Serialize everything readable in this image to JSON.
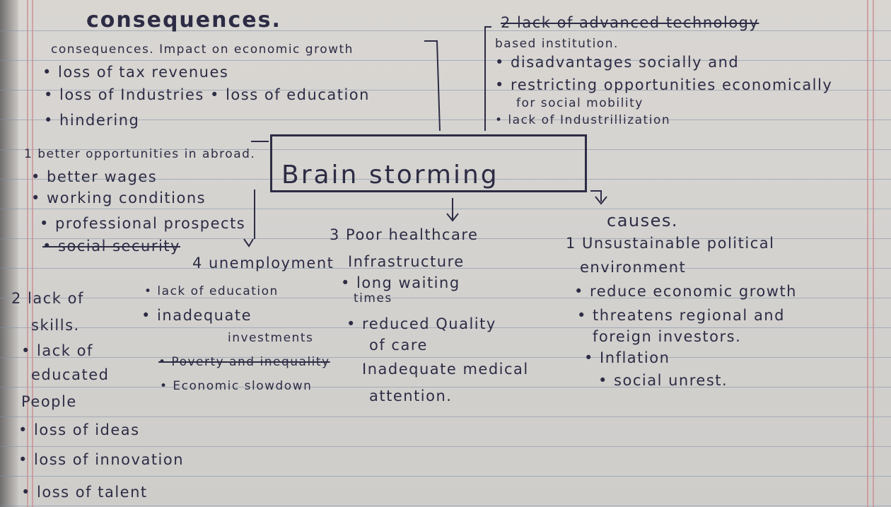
{
  "title": "consequences.",
  "center": "Brain storming",
  "top_left": {
    "heading": "consequences. Impact on economic growth",
    "items": [
      "• loss of tax revenues",
      "• loss of Industries • loss of education",
      "• hindering"
    ]
  },
  "top_right": {
    "items": [
      "2 lack of advanced technology",
      "based institution.",
      "• disadvantages socially and",
      "• restricting opportunities economically",
      "for social mobility",
      "• lack of Industrillization"
    ]
  },
  "left_middle": {
    "items": [
      "1 better opportunities in abroad.",
      "• better wages",
      "• working conditions",
      "• professional prospects",
      "• social security"
    ]
  },
  "causes": {
    "heading": "causes.",
    "item1_title": "1 Unsustainable political",
    "items": [
      "environment",
      "• reduce economic growth",
      "• threatens regional and",
      "foreign investors.",
      "• Inflation",
      "• social unrest."
    ]
  },
  "poor_healthcare": {
    "heading": "3 Poor healthcare",
    "items": [
      "Infrastructure",
      "• long waiting",
      "times",
      "• reduced Quality",
      "of care",
      "Inadequate medical",
      "attention."
    ]
  },
  "unemployment": {
    "heading": "4 unemployment",
    "items": [
      "• lack of education",
      "• inadequate",
      "investments",
      "• Poverty and inequality",
      "• Economic slowdown"
    ]
  },
  "lack_of_skills": {
    "items": [
      "2 lack of",
      "skills.",
      "• lack of",
      "educated",
      "People",
      "• loss of ideas",
      "• loss of innovation",
      "• loss of talent"
    ]
  },
  "colors": {
    "ink": "#2d2c45",
    "paper": "#d6d4d1",
    "rule": "#7c8fa8",
    "margin": "#c98b8f"
  }
}
